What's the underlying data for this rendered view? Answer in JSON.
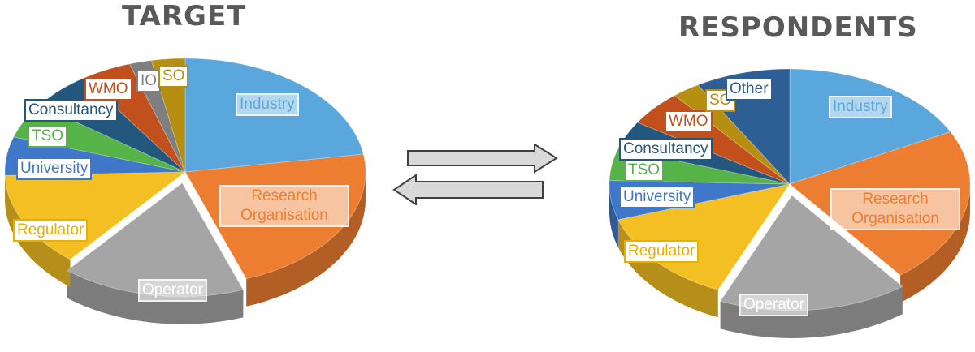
{
  "chart_data": [
    {
      "type": "pie",
      "title": "TARGET",
      "slices": [
        {
          "label": "Industry",
          "value": 22.5,
          "color": "#5aa7dd"
        },
        {
          "label": "Research Organisation",
          "value": 22.0,
          "color": "#ed7d31"
        },
        {
          "label": "Operator",
          "value": 16.5,
          "color": "#a5a5a5"
        },
        {
          "label": "Regulator",
          "value": 13.5,
          "color": "#f3bf22"
        },
        {
          "label": "University",
          "value": 5.5,
          "color": "#3f78c8"
        },
        {
          "label": "TSO",
          "value": 5.0,
          "color": "#55b348"
        },
        {
          "label": "Consultancy",
          "value": 5.5,
          "color": "#24577d"
        },
        {
          "label": "WMO",
          "value": 4.5,
          "color": "#c1501c"
        },
        {
          "label": "IO",
          "value": 2.0,
          "color": "#7f7f7f"
        },
        {
          "label": "SO",
          "value": 3.0,
          "color": "#b68e10"
        }
      ]
    },
    {
      "type": "pie",
      "title": "RESPONDENTS",
      "slices": [
        {
          "label": "Industry",
          "value": 17.5,
          "color": "#5aa7dd"
        },
        {
          "label": "Research Organisation",
          "value": 22.0,
          "color": "#ed7d31"
        },
        {
          "label": "Operator",
          "value": 17.0,
          "color": "#a5a5a5"
        },
        {
          "label": "Regulator",
          "value": 13.5,
          "color": "#f3bf22"
        },
        {
          "label": "University",
          "value": 5.5,
          "color": "#3f78c8"
        },
        {
          "label": "TSO",
          "value": 4.5,
          "color": "#55b348"
        },
        {
          "label": "Consultancy",
          "value": 4.0,
          "color": "#24577d"
        },
        {
          "label": "WMO",
          "value": 5.0,
          "color": "#c1501c"
        },
        {
          "label": "SO",
          "value": 2.5,
          "color": "#b68e10"
        },
        {
          "label": "Other",
          "value": 8.5,
          "color": "#2e5f94"
        }
      ]
    }
  ],
  "label_colors": {
    "Industry": "#5aa7dd",
    "Research Organisation": "#ed7d31",
    "Operator": "#a5a5a5",
    "Regulator": "#e8b000",
    "University": "#3f78c8",
    "TSO": "#55b348",
    "Consultancy": "#24577d",
    "WMO": "#c1501c",
    "IO": "#7f7f7f",
    "SO": "#b68e10",
    "Other": "#2e5f94"
  }
}
